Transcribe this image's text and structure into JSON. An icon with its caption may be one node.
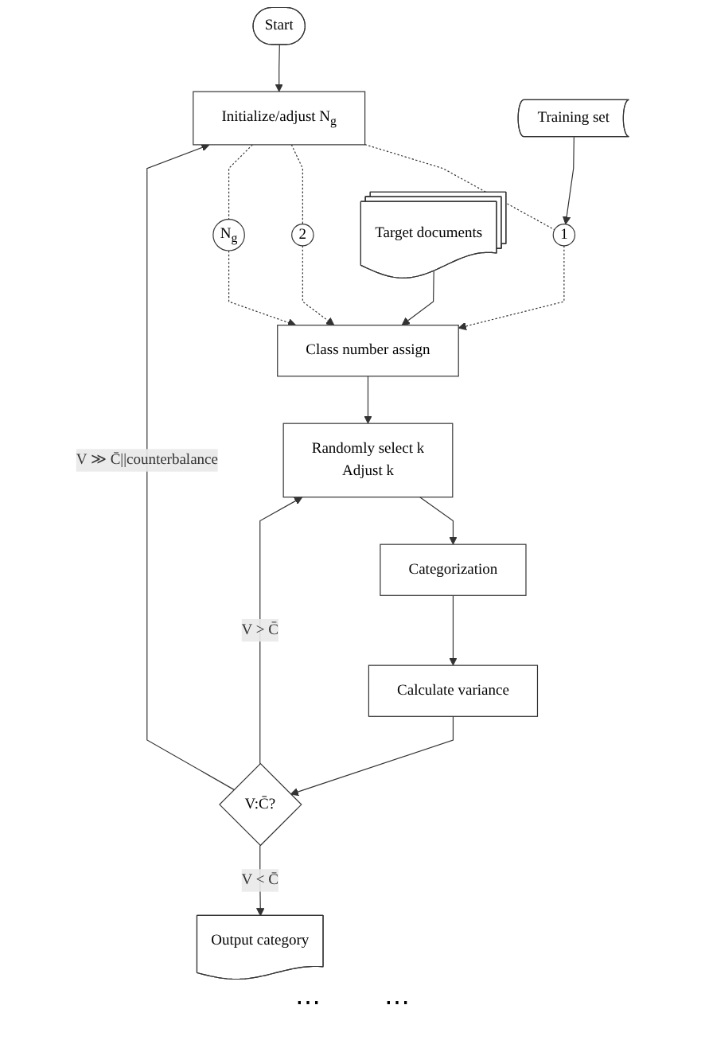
{
  "diagram": {
    "nodes": [
      {
        "text": [
          "Start"
        ]
      },
      {
        "text": [
          "Initialize/adjust N$_{g}$"
        ]
      },
      {
        "text": [
          "Training set"
        ]
      },
      {
        "text": [
          "1"
        ]
      },
      {
        "text": [
          "2"
        ]
      },
      {
        "text": [
          "N$_{g}$"
        ]
      },
      {
        "text": [
          "Target documents"
        ]
      },
      {
        "text": [
          "Class number assign"
        ]
      },
      {
        "text": [
          "Randomly select k",
          "Adjust k"
        ]
      },
      {
        "text": [
          "Categorization"
        ]
      },
      {
        "text": [
          "Calculate variance"
        ]
      },
      {
        "text": [
          "V:C̄?"
        ]
      },
      {
        "text": [
          "Output category"
        ]
      }
    ],
    "edges": [
      {
        "from": 0,
        "to": 1,
        "arrow": "to"
      },
      {
        "from": 1,
        "to": 3,
        "arrow": "none",
        "style": "dashed"
      },
      {
        "from": 1,
        "to": 4,
        "arrow": "none",
        "style": "dashed"
      },
      {
        "from": 1,
        "to": 5,
        "arrow": "none",
        "style": "dashed"
      },
      {
        "from": 2,
        "to": 3,
        "arrow": "to"
      },
      {
        "from": 3,
        "to": 7,
        "arrow": "to",
        "style": "dashed"
      },
      {
        "from": 4,
        "to": 7,
        "arrow": "to",
        "style": "dashed"
      },
      {
        "from": 5,
        "to": 7,
        "arrow": "to",
        "style": "dashed"
      },
      {
        "from": 6,
        "to": 7,
        "arrow": "to"
      },
      {
        "from": 7,
        "to": 8,
        "arrow": "to"
      },
      {
        "from": 8,
        "to": 9,
        "arrow": "to"
      },
      {
        "from": 9,
        "to": 10,
        "arrow": "to"
      },
      {
        "from": 10,
        "to": 11,
        "arrow": "to"
      },
      {
        "from": 11,
        "to": 8,
        "label": "V > C̄",
        "arrow": "to"
      },
      {
        "from": 11,
        "to": 1,
        "label": "V ≫ C̄||counterbalance",
        "arrow": "to"
      },
      {
        "from": 11,
        "to": 12,
        "label": "V < C̄",
        "arrow": "to"
      }
    ],
    "labels": [
      "⋯",
      "⋯"
    ]
  }
}
